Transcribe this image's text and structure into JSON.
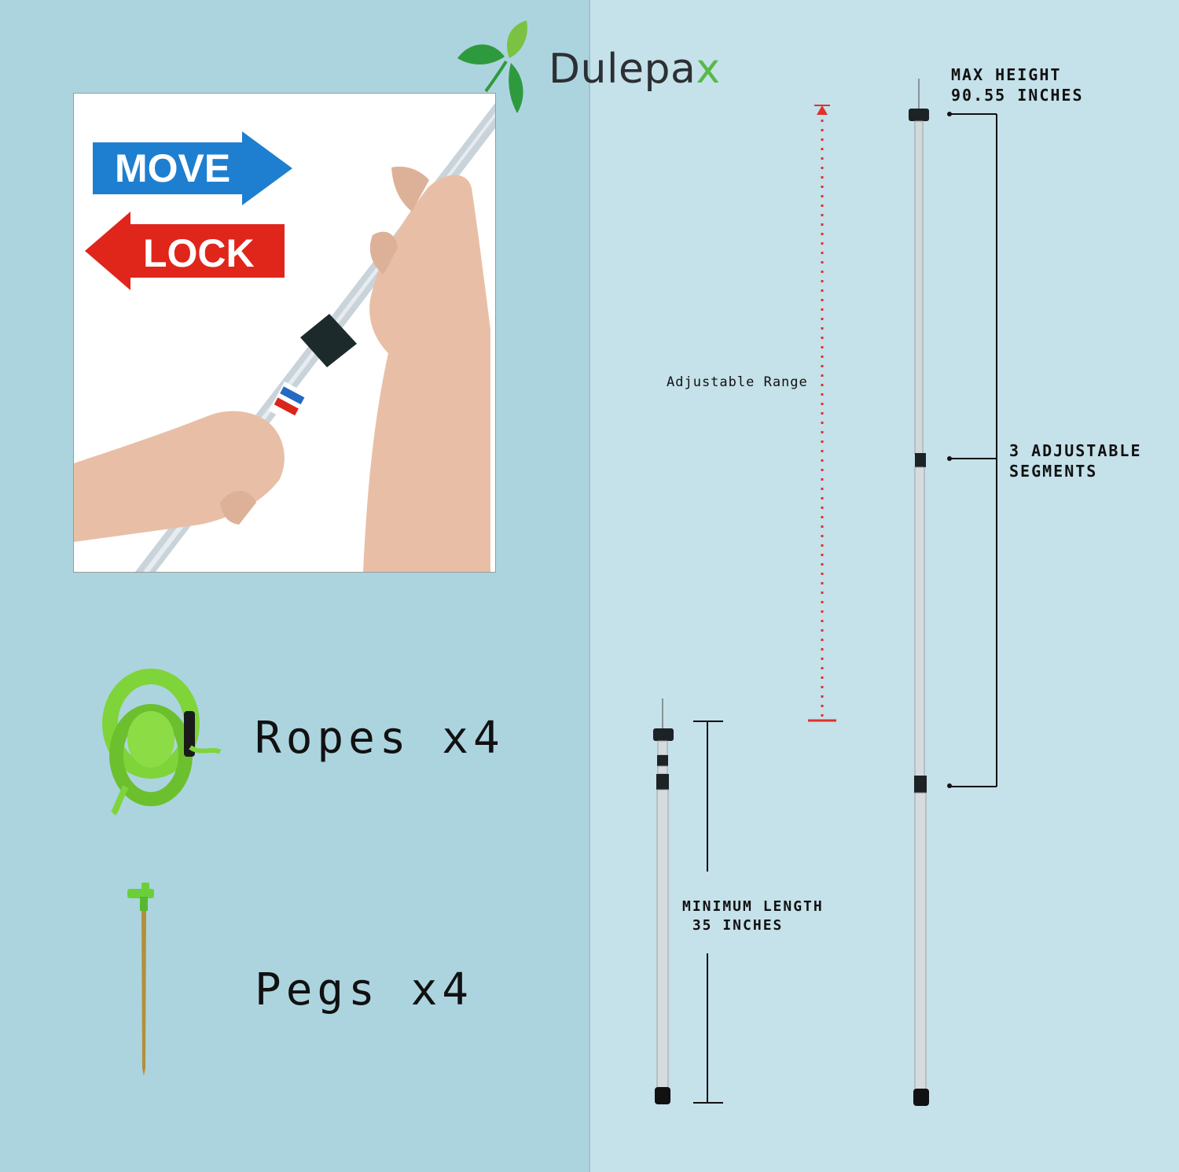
{
  "brand": {
    "name_main": "Dulepa",
    "name_accent": "x",
    "colors": {
      "text": "#2c2f33",
      "accent": "#57b947",
      "leaf": "#2e9a3e"
    }
  },
  "instruction_photo": {
    "move_label": "MOVE",
    "lock_label": "LOCK",
    "move_color": "#1e7fd0",
    "lock_color": "#e0251b"
  },
  "accessories": [
    {
      "label": "Ropes x4",
      "icon": "rope-coil-icon"
    },
    {
      "label": "Pegs x4",
      "icon": "tent-peg-icon"
    }
  ],
  "dimensions": {
    "max_height": "MAX HEIGHT\n90.55 INCHES",
    "segments": "3 ADJUSTABLE\nSEGMENTS",
    "adjustable_range": "Adjustable Range",
    "min_length": "MINIMUM LENGTH\n 35 INCHES",
    "range_color": "#e0312a"
  }
}
